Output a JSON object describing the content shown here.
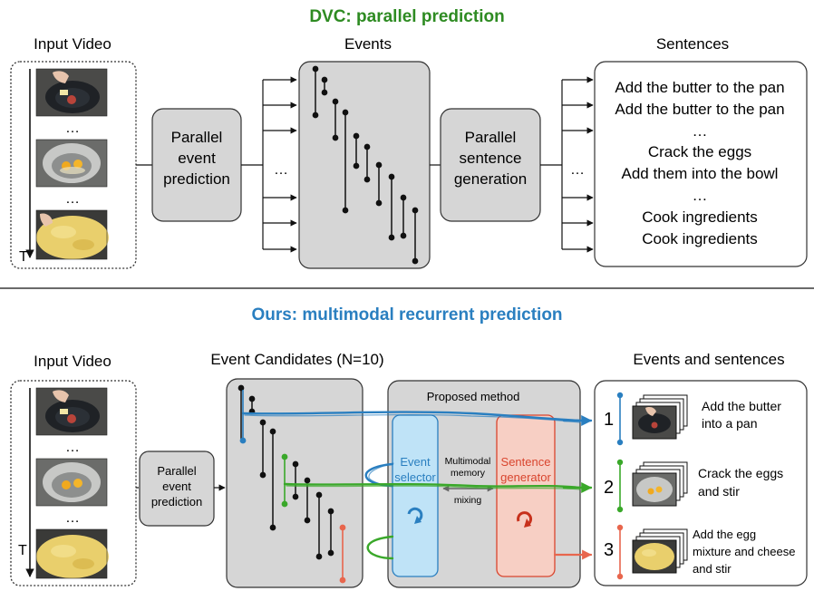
{
  "top": {
    "title": "DVC: parallel prediction",
    "input_label": "Input Video",
    "events_label": "Events",
    "sentences_label": "Sentences",
    "time_label": "T",
    "ellipsis": "…",
    "box1": [
      "Parallel",
      "event",
      "prediction"
    ],
    "box2": [
      "Parallel",
      "sentence",
      "generation"
    ],
    "sentences": [
      "Add the butter to the pan",
      "Add the butter to the pan",
      "…",
      "Crack the eggs",
      "Add them into the bowl",
      "…",
      "Cook ingredients",
      "Cook ingredients"
    ]
  },
  "bottom": {
    "title": "Ours: multimodal recurrent prediction",
    "input_label": "Input Video",
    "candidates_label": "Event Candidates (N=10)",
    "output_label": "Events and sentences",
    "time_label": "T",
    "ellipsis": "…",
    "box1": [
      "Parallel",
      "event",
      "prediction"
    ],
    "proposed_label": "Proposed method",
    "selector": [
      "Event",
      "selector"
    ],
    "generator": [
      "Sentence",
      "generator"
    ],
    "memory": [
      "Multimodal",
      "memory",
      "mixing"
    ],
    "outputs": [
      {
        "num": "1",
        "lines": [
          "Add the butter",
          "into a pan"
        ]
      },
      {
        "num": "2",
        "lines": [
          "Crack the eggs",
          "and stir"
        ]
      },
      {
        "num": "3",
        "lines": [
          "Add the egg",
          "mixture and cheese",
          "and stir"
        ]
      }
    ]
  },
  "colors": {
    "title_top": "#2e8b22",
    "title_bottom": "#2a7fc0",
    "blue": "#2a7fc0",
    "green": "#3aa82a",
    "red": "#e8664d",
    "box_gray": "#d6d6d6",
    "selector_fill": "#bfe3f7",
    "generator_fill": "#f7cfc4"
  }
}
